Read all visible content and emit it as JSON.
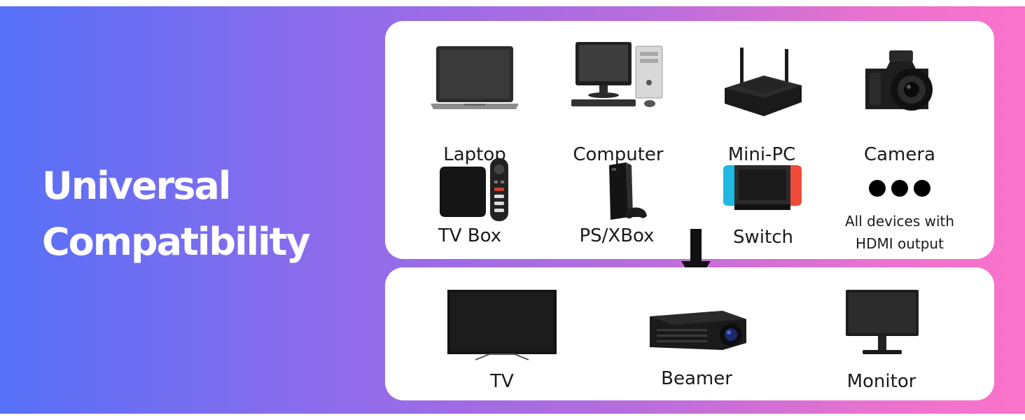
{
  "headline": {
    "line1": "Universal",
    "line2": "Compatibility"
  },
  "sources": [
    {
      "label": "Laptop",
      "icon": "laptop-icon"
    },
    {
      "label": "Computer",
      "icon": "desktop-computer-icon"
    },
    {
      "label": "Mini-PC",
      "icon": "mini-pc-icon"
    },
    {
      "label": "Camera",
      "icon": "camera-icon"
    },
    {
      "label": "TV Box",
      "icon": "tv-box-icon"
    },
    {
      "label": "PS/XBox",
      "icon": "game-console-icon"
    },
    {
      "label": "Switch",
      "icon": "switch-console-icon"
    },
    {
      "label": "All devices with HDMI output",
      "icon": "more-dots-icon"
    }
  ],
  "outputs": [
    {
      "label": "TV",
      "icon": "tv-icon"
    },
    {
      "label": "Beamer",
      "icon": "projector-icon"
    },
    {
      "label": "Monitor",
      "icon": "monitor-icon"
    }
  ],
  "colors": {
    "gradient_start": "#5670f8",
    "gradient_end": "#fb72cb",
    "switch_left_joycon": "#1fb8e0",
    "switch_right_joycon": "#f04a3a"
  }
}
